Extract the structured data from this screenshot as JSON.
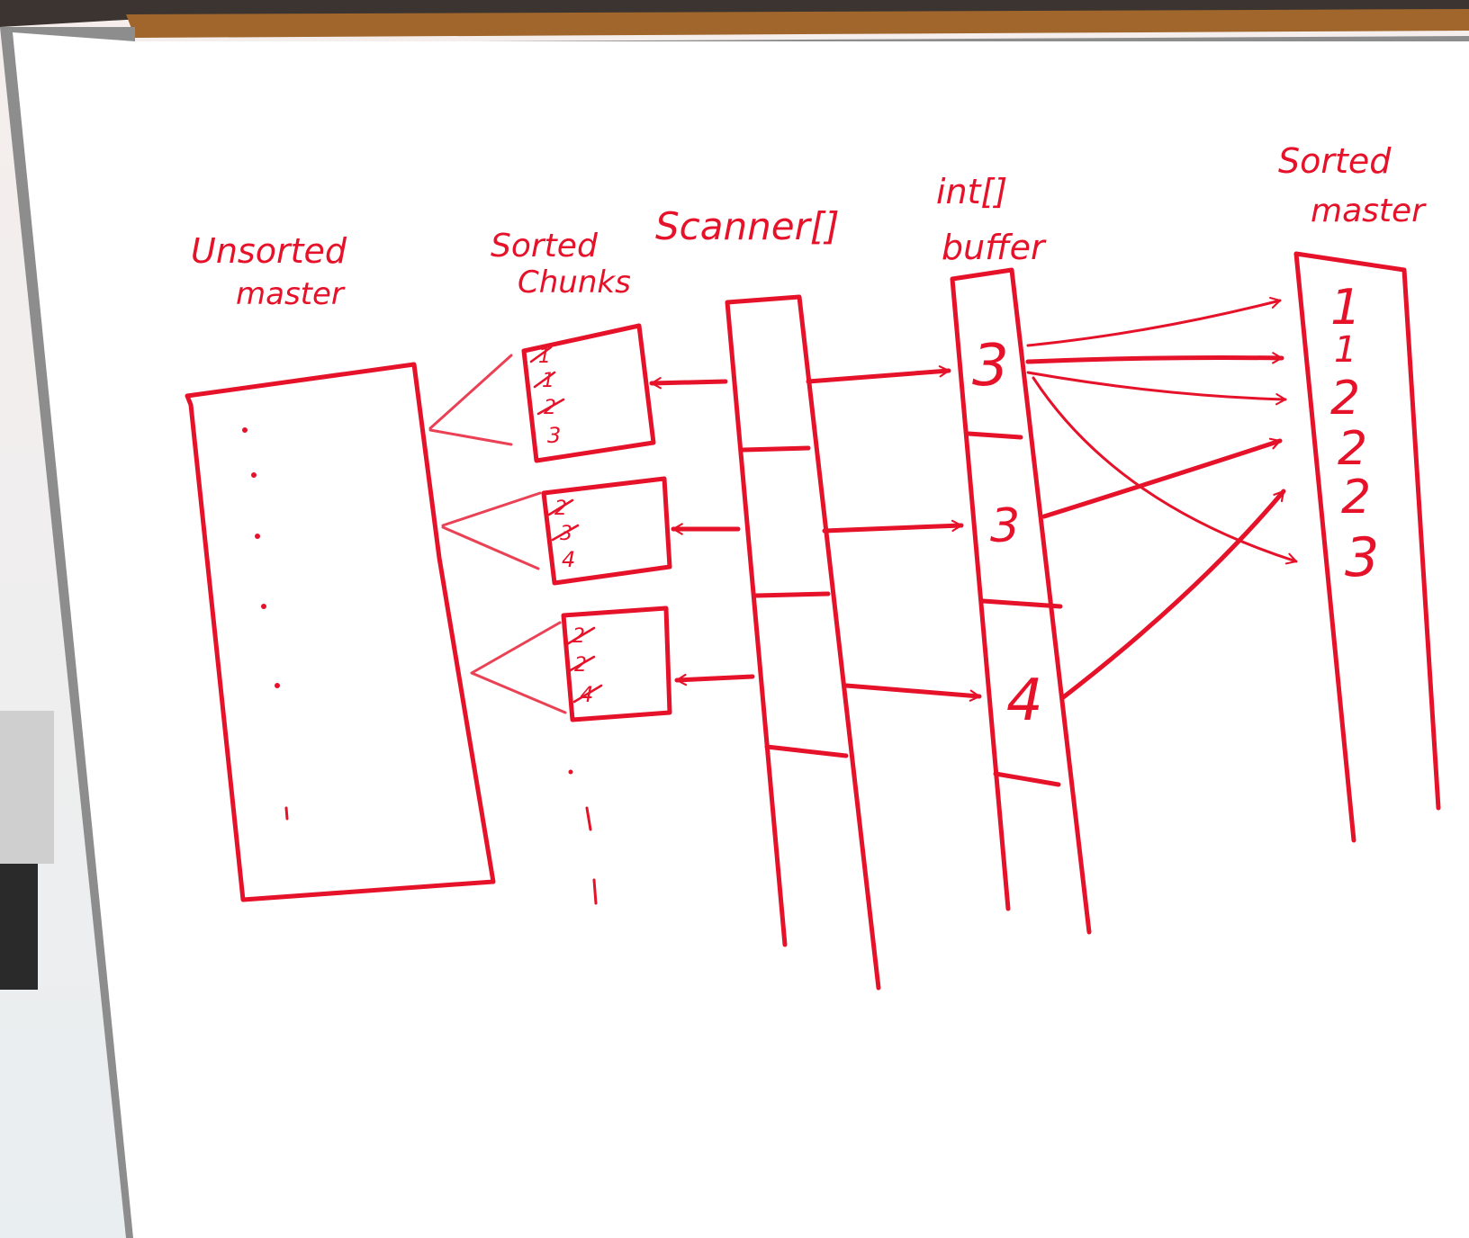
{
  "colors": {
    "ink": "#e5122a",
    "board": "#ffffff",
    "frame": "#8d8d8d",
    "tray": "#a0662c",
    "wall": "#f4f1ee"
  },
  "labels": {
    "unsorted_master_1": "Unsorted",
    "unsorted_master_2": "master",
    "sorted_chunks_1": "Sorted",
    "sorted_chunks_2": "Chunks",
    "scanner": "Scanner[]",
    "int_buffer_1": "int[]",
    "int_buffer_2": "buffer",
    "sorted_master_1": "Sorted",
    "sorted_master_2": "master"
  },
  "chunks": [
    {
      "values": [
        "1",
        "1",
        "2",
        "3"
      ]
    },
    {
      "values": [
        "2",
        "3",
        "4"
      ]
    },
    {
      "values": [
        "2",
        "2",
        "4"
      ]
    }
  ],
  "buffer": [
    "3",
    "3",
    "4"
  ],
  "sorted_master": [
    "1",
    "1",
    "2",
    "2",
    "2",
    "3"
  ]
}
